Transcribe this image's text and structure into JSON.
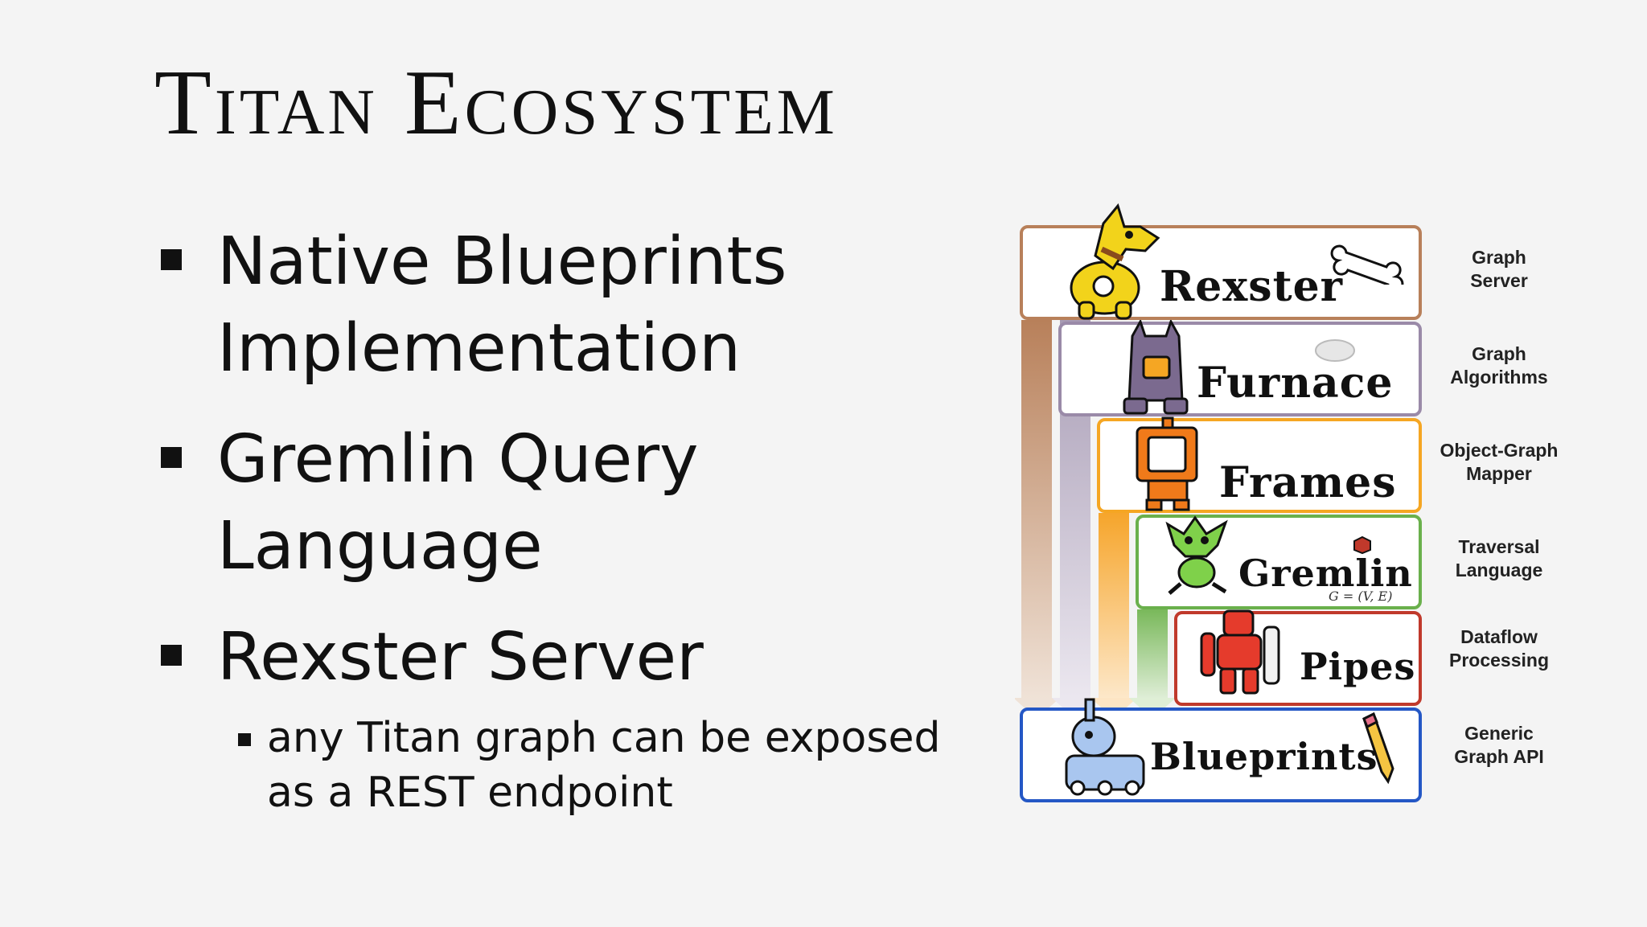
{
  "title": "Titan Ecosystem",
  "bullets": [
    {
      "text": "Native Blueprints Implementation"
    },
    {
      "text": "Gremlin Query Language"
    },
    {
      "text": "Rexster Server"
    }
  ],
  "sub_bullets": [
    {
      "text": "any Titan graph can be exposed as a REST endpoint"
    }
  ],
  "stack": {
    "layers": [
      {
        "name": "Rexster",
        "role_line1": "Graph",
        "role_line2": "Server",
        "color": "#b8805a",
        "mascot": "dog-robot-icon"
      },
      {
        "name": "Furnace",
        "role_line1": "Graph",
        "role_line2": "Algorithms",
        "color": "#9a8aa8",
        "mascot": "furnace-robot-icon"
      },
      {
        "name": "Frames",
        "role_line1": "Object-Graph",
        "role_line2": "Mapper",
        "color": "#f5a623",
        "mascot": "frame-robot-icon"
      },
      {
        "name": "Gremlin",
        "role_line1": "Traversal",
        "role_line2": "Language",
        "color": "#6ab04c",
        "mascot": "gremlin-icon",
        "formula": "G = (V, E)"
      },
      {
        "name": "Pipes",
        "role_line1": "Dataflow",
        "role_line2": "Processing",
        "color": "#c0392b",
        "mascot": "pipes-robot-icon"
      },
      {
        "name": "Blueprints",
        "role_line1": "Generic",
        "role_line2": "Graph API",
        "color": "#2457c5",
        "mascot": "tank-robot-icon"
      }
    ]
  }
}
